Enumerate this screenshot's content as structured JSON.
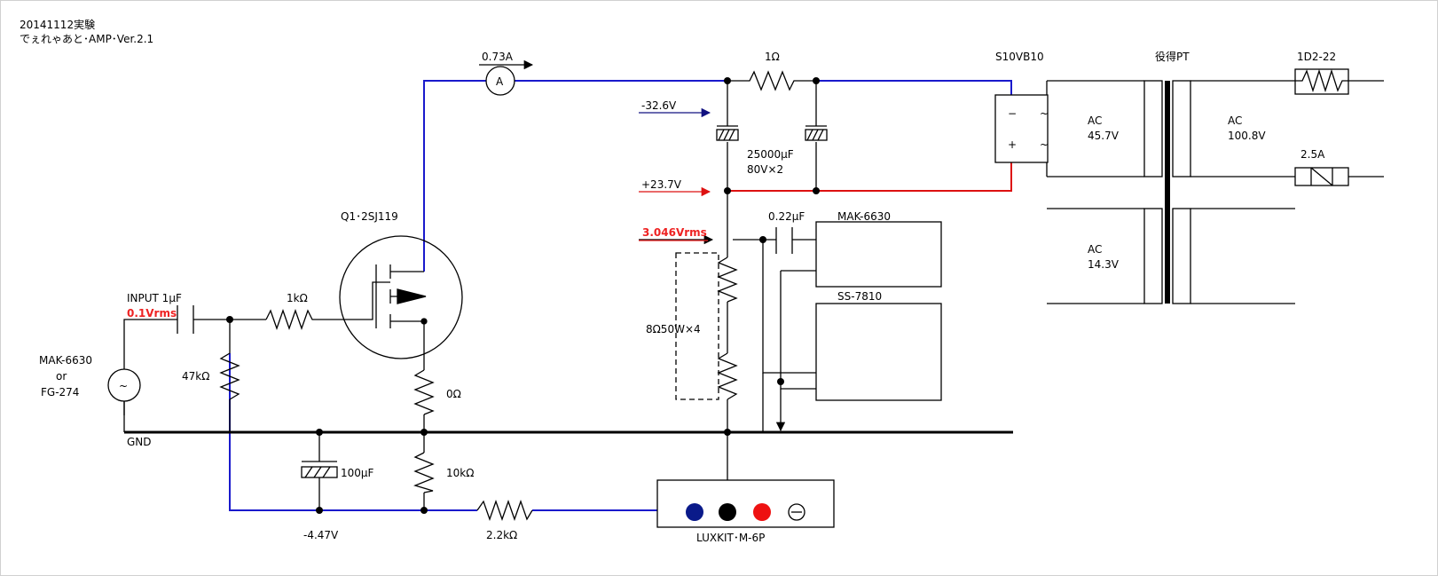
{
  "header": {
    "line1": "20141112実験",
    "line2": "でぇれゃあと･AMP･Ver.2.1"
  },
  "labels": {
    "ammeter_reading": "0.73A",
    "ammeter_symbol": "A",
    "r_1ohm": "1Ω",
    "rectifier": "S10VB10",
    "transformer": "役得PT",
    "fuse_top": "1D2-22",
    "fuse_2_5a": "2.5A",
    "v_neg_32_6": "-32.6V",
    "v_pos_23_7": "+23.7V",
    "cap_main_value": "25000μF",
    "cap_main_rating": "80V×2",
    "ac_45_7_a": "AC",
    "ac_45_7_b": "45.7V",
    "ac_100_8_a": "AC",
    "ac_100_8_b": "100.8V",
    "ac_14_3_a": "AC",
    "ac_14_3_b": "14.3V",
    "q1": "Q1･2SJ119",
    "cap_0_22": "0.22μF",
    "mak_6630_top": "MAK-6630",
    "ss_7810": "SS-7810",
    "v_3_046": "3.046Vrms",
    "load_resistors": "8Ω50W×4",
    "input_label": "INPUT 1μF",
    "input_level": "0.1Vrms",
    "r_1k": "1kΩ",
    "r_47k": "47kΩ",
    "source_line1": "MAK-6630",
    "source_line2": "or",
    "source_line3": "FG-274",
    "r_0ohm": "0Ω",
    "gnd": "GND",
    "cap_100u": "100μF",
    "r_10k": "10kΩ",
    "v_neg_4_47": "-4.47V",
    "r_2_2k": "2.2kΩ",
    "luxkit": "LUXKIT･M-6P",
    "rect_minus": "−",
    "rect_plus": "+",
    "rect_ac1": "~",
    "rect_ac2": "~",
    "source_symbol": "~"
  },
  "colors": {
    "wire": "#000000",
    "negative_rail": "#1a1acc",
    "positive_rail": "#dd1111",
    "measurement_red": "#ee2222",
    "dark_blue_arrow": "#101080",
    "terminal_blue": "#0a1a8a",
    "terminal_red": "#ee1111"
  }
}
